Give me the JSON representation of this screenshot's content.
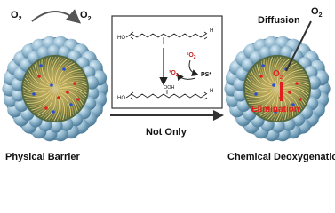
{
  "left_panel": {
    "o2_in": "O",
    "o2_in_sub": "2",
    "o2_out": "O",
    "o2_out_sub": "2",
    "caption": "Physical Barrier"
  },
  "center": {
    "arrow_label": "Not Only",
    "reaction": {
      "top_left_end": "HO",
      "top_right_end": "H",
      "singlet_o2": "¹O",
      "singlet_o2_sub": "2",
      "ps_label": "PS*",
      "triplet_o2": "³O",
      "triplet_o2_sub": "2",
      "bottom_left_end": "HO",
      "ooh_label": "OOH",
      "bottom_right_end": "H"
    }
  },
  "right_panel": {
    "diffusion_label": "Diffusion",
    "o2_label": "O",
    "o2_sub": "2",
    "o2_inner": "O",
    "o2_inner_sub": "2",
    "elimination_label": "Elimination",
    "caption": "Chemical Deoxygenation"
  },
  "colors": {
    "shell_sphere": "#8fb5cc",
    "shell_sphere_dark": "#4f7d99",
    "core_fiber": "#c9b96a",
    "core_bg": "#5b7a4a",
    "red_accent": "#e02020",
    "text_dark": "#111111"
  }
}
